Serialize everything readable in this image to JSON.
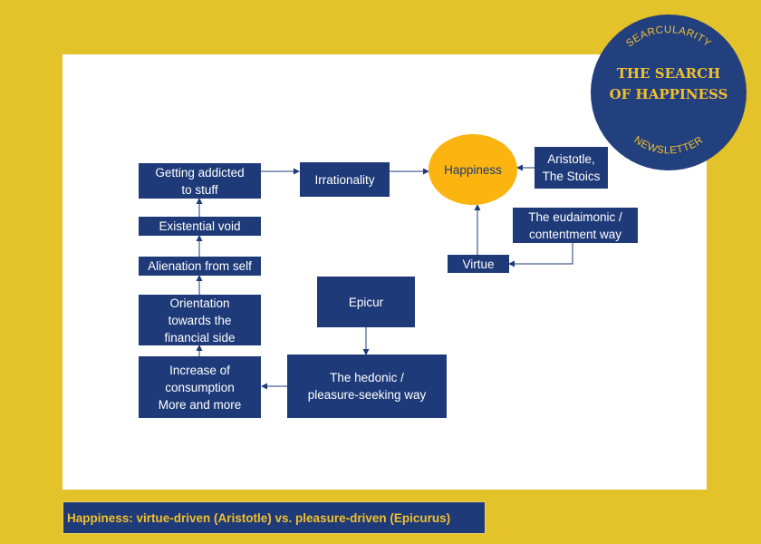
{
  "nodes": {
    "getting_addicted": "Getting addicted\nto stuff",
    "irrationality": "Irrationality",
    "happiness": "Happiness",
    "aristotle": "Aristotle,\nThe Stoics",
    "eudaimonic": "The eudaimonic /\ncontentment way",
    "virtue": "Virtue",
    "existential_void": "Existential void",
    "alienation": "Alienation from self",
    "orientation": "Orientation\ntowards the\nfinancial side",
    "epicur": "Epicur",
    "hedonic": "The hedonic /\npleasure-seeking way",
    "consumption": "Increase of\nconsumption\nMore and more"
  },
  "badge": {
    "top_arc": "SEARCULARITY",
    "title": "THE SEARCH\nOF HAPPINESS",
    "bottom_arc": "NEWSLETTER"
  },
  "caption": "Happiness: virtue-driven (Aristotle) vs. pleasure-driven (Epicurus)",
  "colors": {
    "background": "#e3c22a",
    "box_fill": "#1e3a78",
    "happiness_fill": "#fbb410",
    "accent_text": "#f2c02c"
  }
}
